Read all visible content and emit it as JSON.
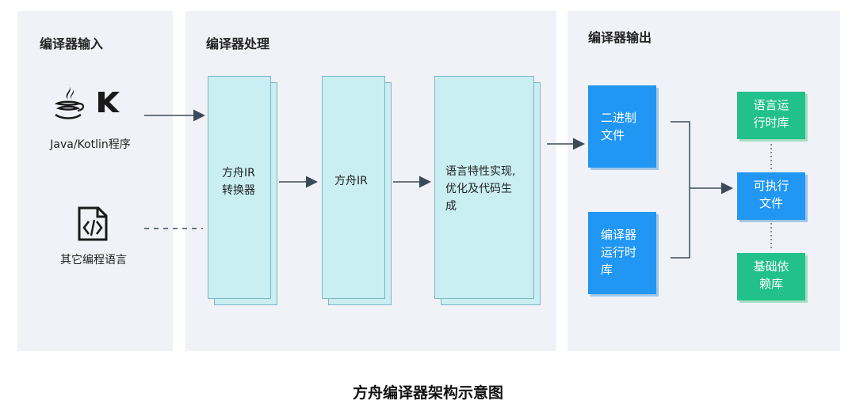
{
  "panels": {
    "input_title": "编译器输入",
    "process_title": "编译器处理",
    "output_title": "编译器输出"
  },
  "inputs": {
    "java_kotlin_label": "Java/Kotlin程序",
    "other_label": "其它编程语言"
  },
  "process": {
    "converter": [
      "方舟IR",
      "转换器"
    ],
    "ir": "方舟IR",
    "optimizer": [
      "语言特性实现,",
      "优化及代码生",
      "成"
    ]
  },
  "output": {
    "binary": [
      "二进制",
      "文件"
    ],
    "runtime": [
      "编译器",
      "运行时",
      "库"
    ],
    "lang_runtime": [
      "语言运",
      "行时库"
    ],
    "executable": [
      "可执行",
      "文件"
    ],
    "base_deps": [
      "基础依",
      "赖库"
    ]
  },
  "caption": "方舟编译器架构示意图",
  "colors": {
    "panel_bg": "#f1f2f7",
    "teal_box": "#c9eff2",
    "blue": "#2196f3",
    "green": "#22c08a",
    "arrow": "#3b4a5a"
  },
  "icons": [
    "java-icon",
    "kotlin-icon",
    "code-file-icon"
  ]
}
